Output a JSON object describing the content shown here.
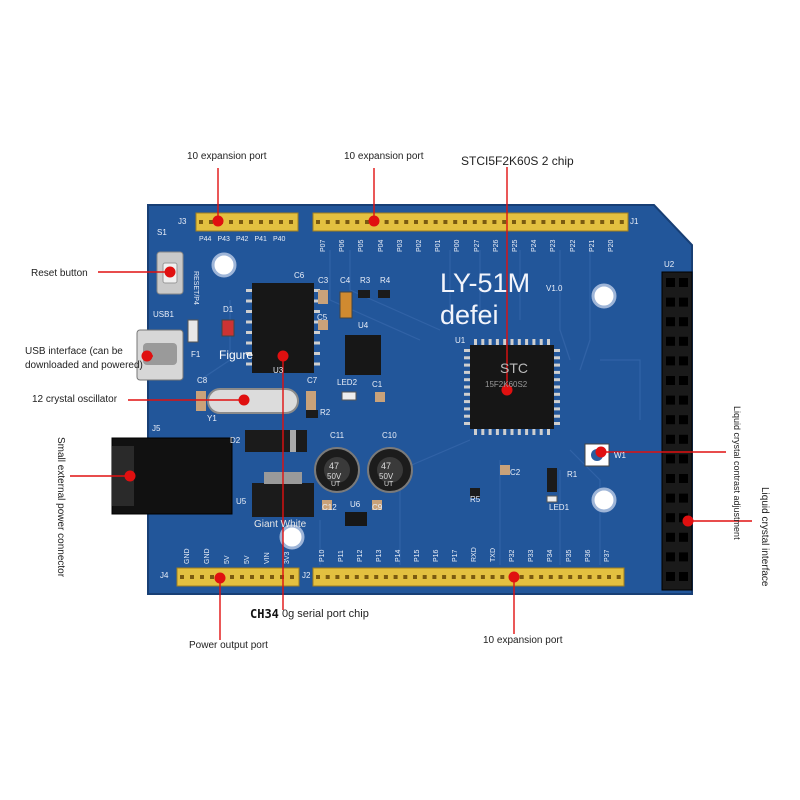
{
  "callouts": {
    "exp_left": "10 expansion port",
    "exp_top": "10 expansion port",
    "chip": "STCI5F2K60S 2 chip",
    "reset": "Reset button",
    "usb_line1": "USB interface (can be",
    "usb_line2": "downloaded and powered)",
    "crystal": "12 crystal oscillator",
    "ext_power": "Small external power connector",
    "lcd_contrast": "Liquid crystal contrast adjustment",
    "lcd_interface": "Liquid crystal interface",
    "power_out": "Power output port",
    "serial_prefix": "CH34",
    "serial_chip": "0g serial port chip",
    "exp_bottom": "10 expansion port"
  },
  "overlays": {
    "figure": "Figure",
    "giant_white": "Giant White",
    "ly51m": "LY-51M",
    "defei": "defei"
  },
  "board": {
    "version": "V1.0",
    "reset_text": "RESET/P4",
    "top_left_pins": [
      "P44",
      "P43",
      "P42",
      "P41",
      "P40"
    ],
    "top_right_pins": [
      "P07",
      "P06",
      "P05",
      "P04",
      "P03",
      "P02",
      "P01",
      "P00",
      "P27",
      "P26",
      "P25",
      "P24",
      "P23",
      "P22",
      "P21",
      "P20"
    ],
    "bottom_left_pins": [
      "GND",
      "GND",
      "5V",
      "5V",
      "VIN",
      "3V3"
    ],
    "bottom_right_pins": [
      "P10",
      "P11",
      "P12",
      "P13",
      "P14",
      "P15",
      "P16",
      "P17",
      "RXD",
      "TXD",
      "P32",
      "P33",
      "P34",
      "P35",
      "P36",
      "P37"
    ],
    "labels": {
      "J3": "J3",
      "J1": "J1",
      "J2": "J2",
      "J4": "J4",
      "J5": "J5",
      "S1": "S1",
      "USB1": "USB1",
      "D1": "D1",
      "F1": "F1",
      "U3": "U3",
      "C6": "C6",
      "C3": "C3",
      "C4": "C4",
      "R3": "R3",
      "R4": "R4",
      "C5": "C5",
      "U4": "U4",
      "C8": "C8",
      "Y1": "Y1",
      "C7": "C7",
      "LED2": "LED2",
      "C1": "C1",
      "R2": "R2",
      "D2": "D2",
      "U5": "U5",
      "C11": "C11",
      "C10": "C10",
      "C12": "C12",
      "U6": "U6",
      "C9": "C9",
      "U1": "U1",
      "U2": "U2",
      "W1": "W1",
      "R1": "R1",
      "C2": "C2",
      "R5": "R5",
      "LED1": "LED1"
    },
    "cap_value": "47",
    "cap_voltage": "50V",
    "cap_series": "UT",
    "mcu_brand": "STC",
    "mcu_part": "15F2K60S2"
  },
  "colors": {
    "board": "#22569a",
    "header_pin": "#e3c040",
    "callout": "#e01010"
  }
}
